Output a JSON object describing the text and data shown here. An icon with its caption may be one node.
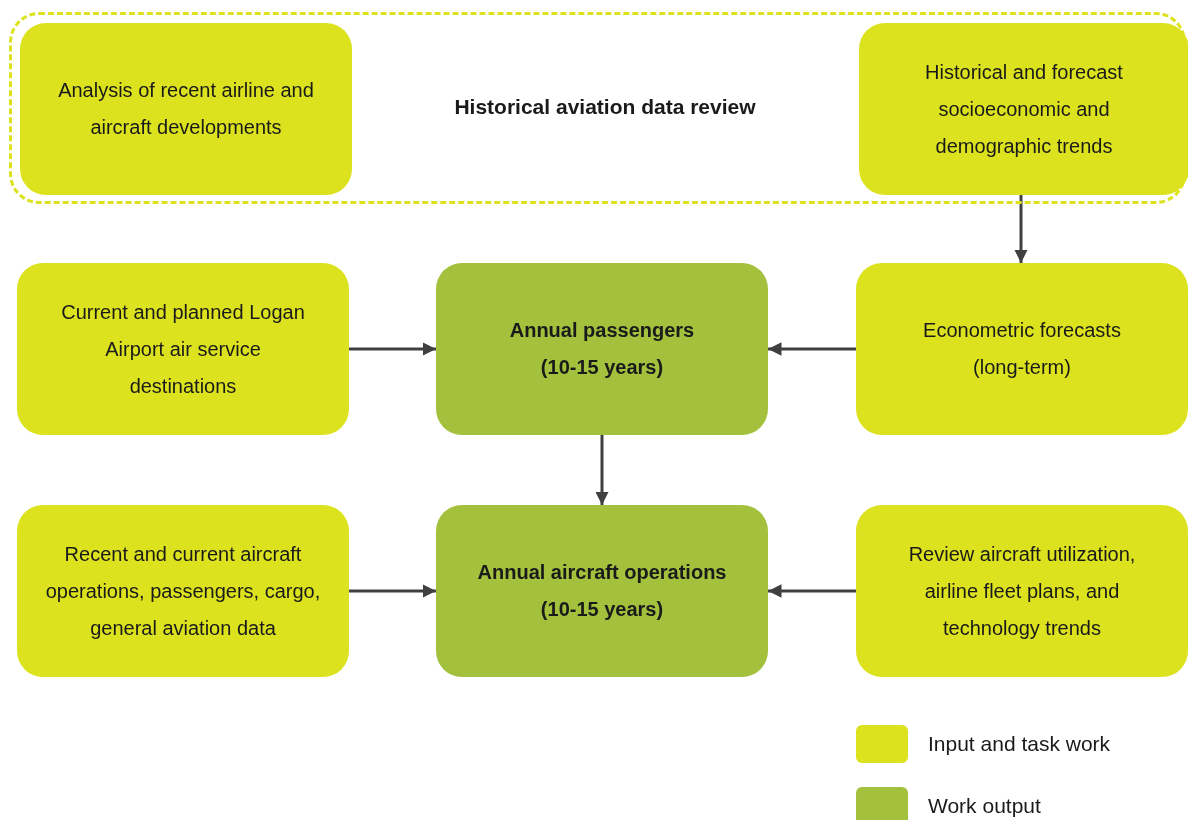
{
  "diagram": {
    "nodes": [
      {
        "text": [
          "Historical aviation data review"
        ]
      },
      {
        "text": [
          "Analysis of recent airline and aircraft developments"
        ],
        "in": 0
      },
      {
        "text": [
          "Historical and forecast socioeconomic and demographic trends"
        ],
        "in": 0
      },
      {
        "text": [
          "Current and planned Logan Airport air service destinations"
        ]
      },
      {
        "text": [
          "Annual passengers",
          "(10-15 years)"
        ]
      },
      {
        "text": [
          "Econometric forecasts (long-term)"
        ]
      },
      {
        "text": [
          "Recent and current aircraft operations, passengers, cargo, general aviation data"
        ]
      },
      {
        "text": [
          "Annual aircraft operations",
          "(10-15 years)"
        ]
      },
      {
        "text": [
          "Review aircraft utilization, airline fleet plans, and technology trends"
        ]
      }
    ],
    "edges": [
      {
        "from": 2,
        "to": 5,
        "arrow": "to"
      },
      {
        "from": 3,
        "to": 4,
        "arrow": "to"
      },
      {
        "from": 5,
        "to": 4,
        "arrow": "to"
      },
      {
        "from": 4,
        "to": 7,
        "arrow": "to"
      },
      {
        "from": 6,
        "to": 7,
        "arrow": "to"
      },
      {
        "from": 8,
        "to": 7,
        "arrow": "to"
      }
    ],
    "legend": [
      {
        "text": "Input and task work",
        "color": "#dce31e"
      },
      {
        "text": "Work output",
        "color": "#a3c13c"
      }
    ]
  }
}
